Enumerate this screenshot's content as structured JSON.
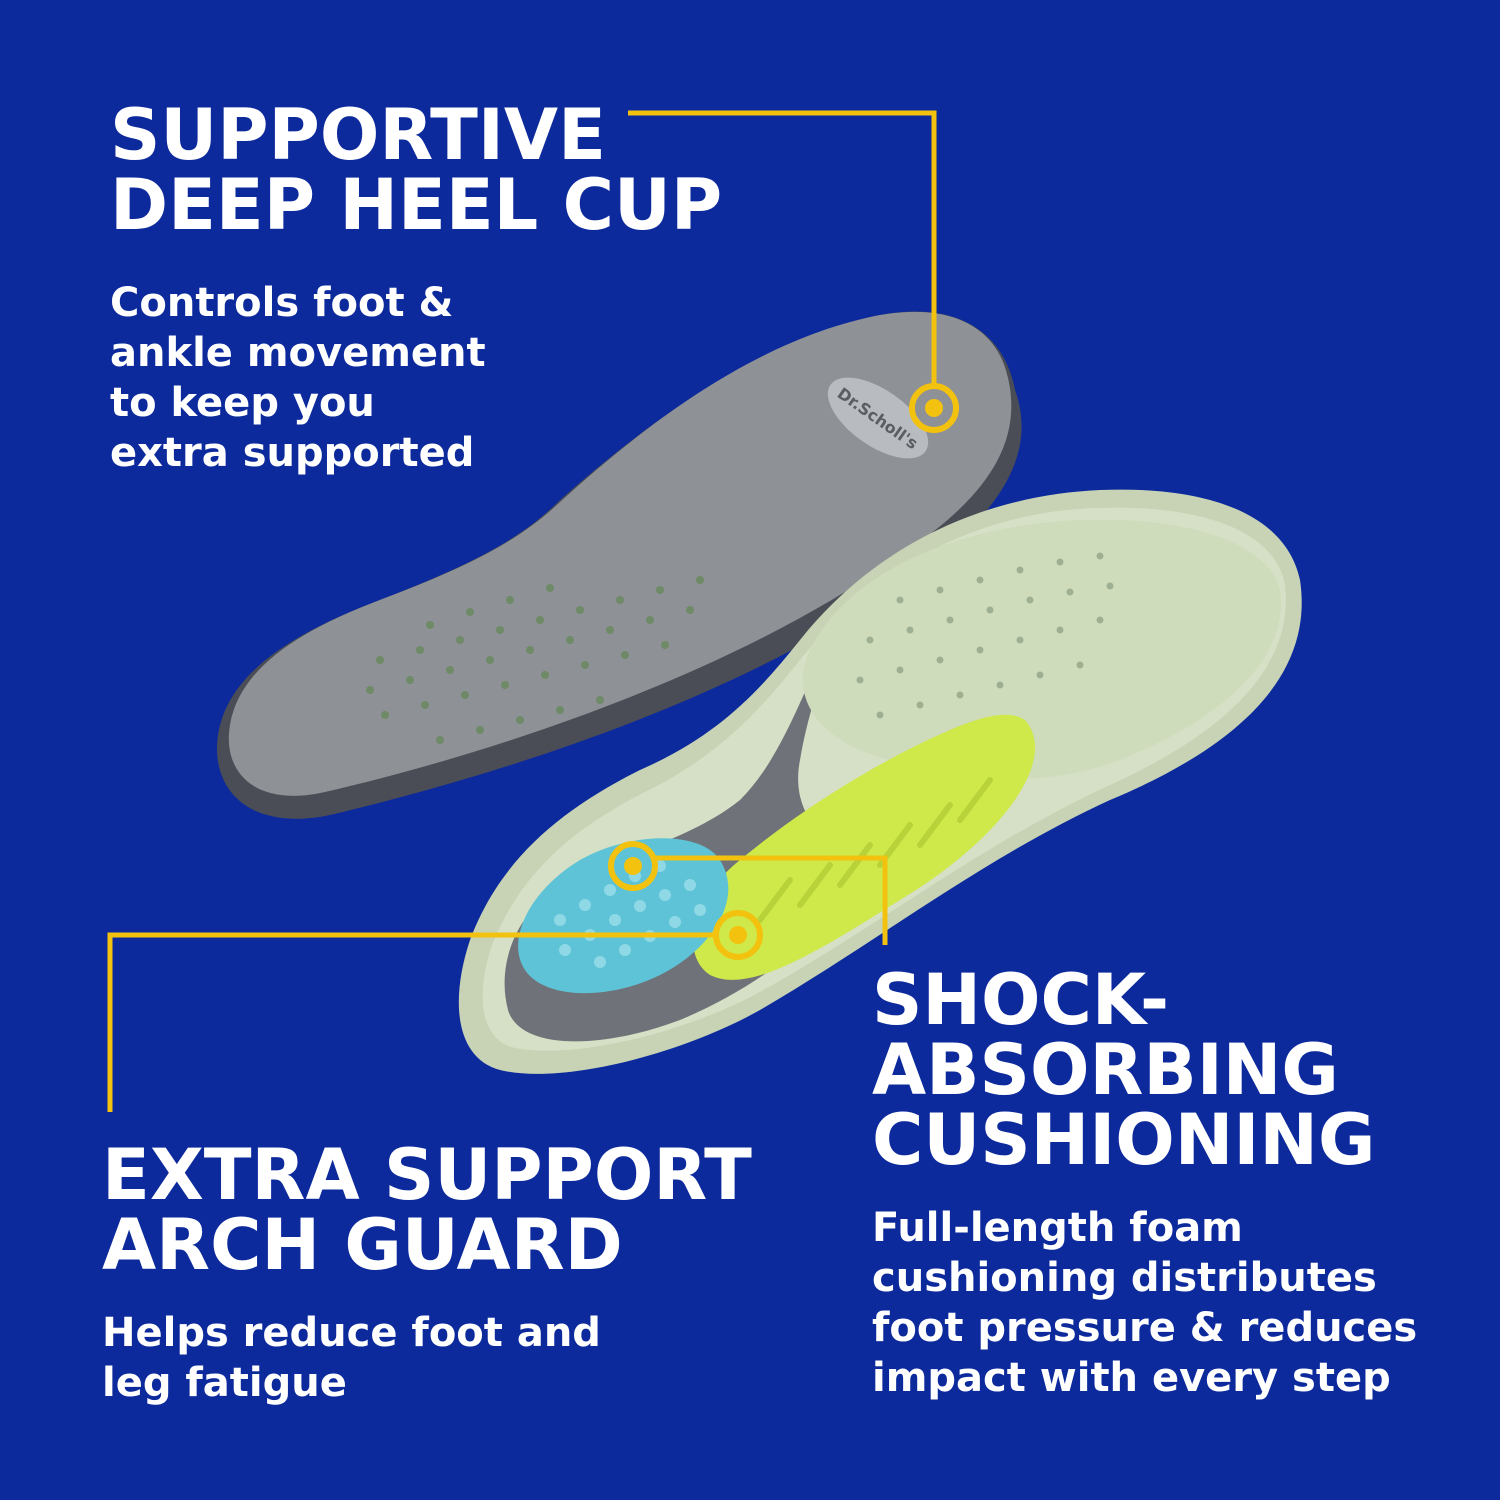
{
  "colors": {
    "background": "#0d2a9c",
    "callout_line": "#f2c20f",
    "text": "#ffffff",
    "insole_top": "#8e9196",
    "insole_bottom_rim": "#c7d3b4",
    "arch_gel": "#cfe84a",
    "heel_pad": "#5ec3d6"
  },
  "features": {
    "heel_cup": {
      "title": "SUPPORTIVE\nDEEP HEEL CUP",
      "description": "Controls foot &\nankle movement\nto keep you\nextra supported"
    },
    "arch_guard": {
      "title": "EXTRA SUPPORT\nARCH GUARD",
      "description": "Helps reduce foot and\nleg fatigue"
    },
    "cushioning": {
      "title": "SHOCK-\nABSORBING\nCUSHIONING",
      "description": "Full-length foam\ncushioning distributes\nfoot pressure & reduces\nimpact with every step"
    }
  },
  "product": {
    "brand_mark": "Dr.Scholl's"
  }
}
